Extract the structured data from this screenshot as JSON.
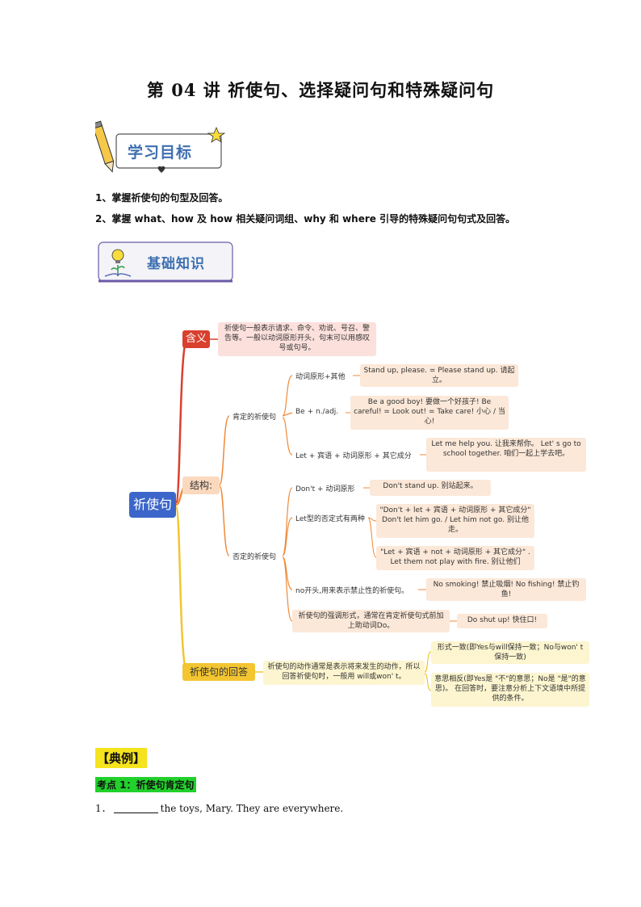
{
  "title": "第 04 讲  祈使句、选择疑问句和特殊疑问句",
  "banner1": "学习目标",
  "objectives": [
    "1、掌握祈使句的句型及回答。",
    "2、掌握 what、how 及 how 相关疑问词组、why 和 where 引导的特殊疑问句句式及回答。"
  ],
  "banner2": "基础知识",
  "mindmap": {
    "root": "祈使句",
    "meaning_label": "含义",
    "meaning_text": "祈使句一般表示请求、命令、劝说、号召、警告等。一般以动词原形开头，句末可以用感叹号或句号。",
    "structure_label": "结构:",
    "positive_label": "肯定的祈使句",
    "positive": [
      {
        "form": "动词原形+其他",
        "example": "Stand up, please. = Please stand up. 请起立。"
      },
      {
        "form": "Be + n./adj.",
        "example": "Be a good boy! 要做一个好孩子!   Be careful! = Look out! = Take care! 小心 / 当心!"
      },
      {
        "form": "Let + 宾语 + 动词原形 + 其它成分",
        "example": "Let me help you. 让我来帮你。      Let' s go to school together. 咱们一起上学去吧。"
      }
    ],
    "negative_label": "否定的祈使句",
    "negative": [
      {
        "form": "Don't + 动词原形",
        "example": "Don't stand up. 别站起来。"
      },
      {
        "form": "Let型的否定式有两种",
        "examples": [
          "\"Don't + let + 宾语 + 动词原形 + 其它成分\" Don't let him go. / Let him not go. 别让他走。",
          "\"Let + 宾语 + not + 动词原形 + 其它成分\" . Let them not play with fire. 别让他们"
        ]
      },
      {
        "form": "no开头,用来表示禁止性的祈使句。",
        "example": "No smoking! 禁止吸烟!    No fishing! 禁止钓鱼!"
      },
      {
        "form": "祈使句的强调形式，通常在肯定祈使句式前加上助动词Do。",
        "example": "Do shut up! 快住口!"
      }
    ],
    "answer_label": "祈使句的回答",
    "answer_text": "祈使句的动作通常是表示将来发生的动作，所以回答祈使句时，一般用 will或won' t。",
    "answer_points": [
      "形式一致(即Yes与will保持一致；No与won' t保持一致)",
      "意思相反(即Yes是 \"不\"的意思；No是 \"是\"的意思)。 在回答时，要注意分析上下文语境中所提供的条件。"
    ]
  },
  "example_header": "【典例】",
  "kaodian": "考点 1：祈使句肯定句",
  "question": {
    "num": "1．",
    "text": "the toys, Mary.  They are everywhere."
  },
  "colors": {
    "red": "#d9402e",
    "orange": "#ef8a3a",
    "yellow": "#f2c531",
    "root": "#3c66c9",
    "green": "#22d02c"
  }
}
